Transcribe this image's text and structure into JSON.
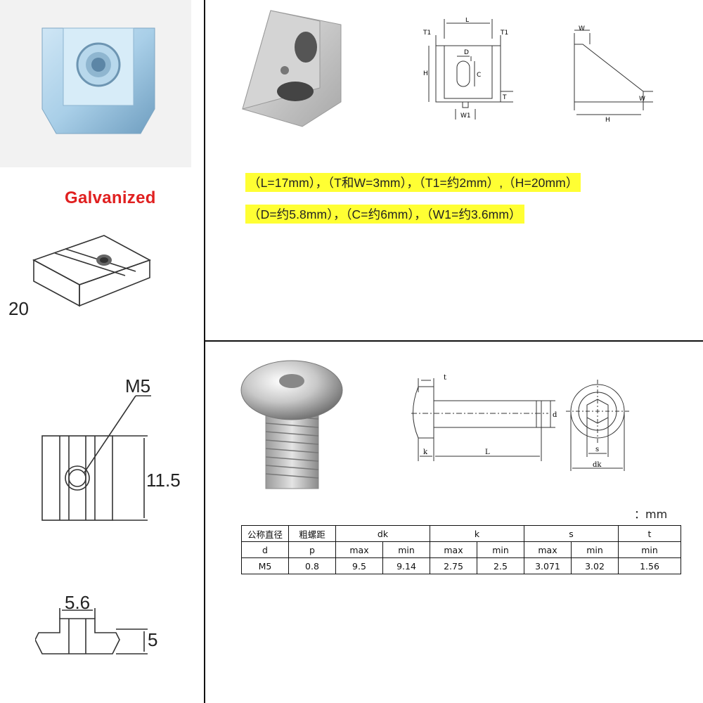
{
  "left_panel": {
    "galvanized_label": "Galvanized",
    "nut_width_label": "20",
    "thread_label": "M5",
    "height_label": "11.5",
    "top_width_label": "5.6",
    "depth_label": "5"
  },
  "bracket": {
    "diagram_labels": {
      "L": "L",
      "T1_left": "T1",
      "T1_right": "T1",
      "D": "D",
      "H": "H",
      "C": "C",
      "T": "T",
      "W1": "W1",
      "W_top": "W",
      "W_side": "W",
      "H_bottom": "H"
    },
    "spec_line_1": "（L=17mm），（T和W=3mm），（T1=约2mm）,（H=20mm）",
    "spec_line_2": "（D=约5.8mm），（C=约6mm），（W1=约3.6mm）"
  },
  "screw": {
    "diagram_labels": {
      "t": "t",
      "d": "d",
      "k": "k",
      "L": "L",
      "s": "s",
      "dk": "dk"
    },
    "unit_label": "：mm",
    "table": {
      "headers_row1": [
        "公称直径",
        "粗螺距",
        "dk",
        "k",
        "s",
        "t"
      ],
      "headers_row2": [
        "d",
        "p",
        "max",
        "min",
        "max",
        "min",
        "max",
        "min",
        "min"
      ],
      "values": [
        "M5",
        "0.8",
        "9.5",
        "9.14",
        "2.75",
        "2.5",
        "3.071",
        "3.02",
        "1.56"
      ]
    }
  },
  "colors": {
    "highlight": "#ffff33",
    "galvanized_text": "#e02020",
    "divider": "#111111"
  }
}
